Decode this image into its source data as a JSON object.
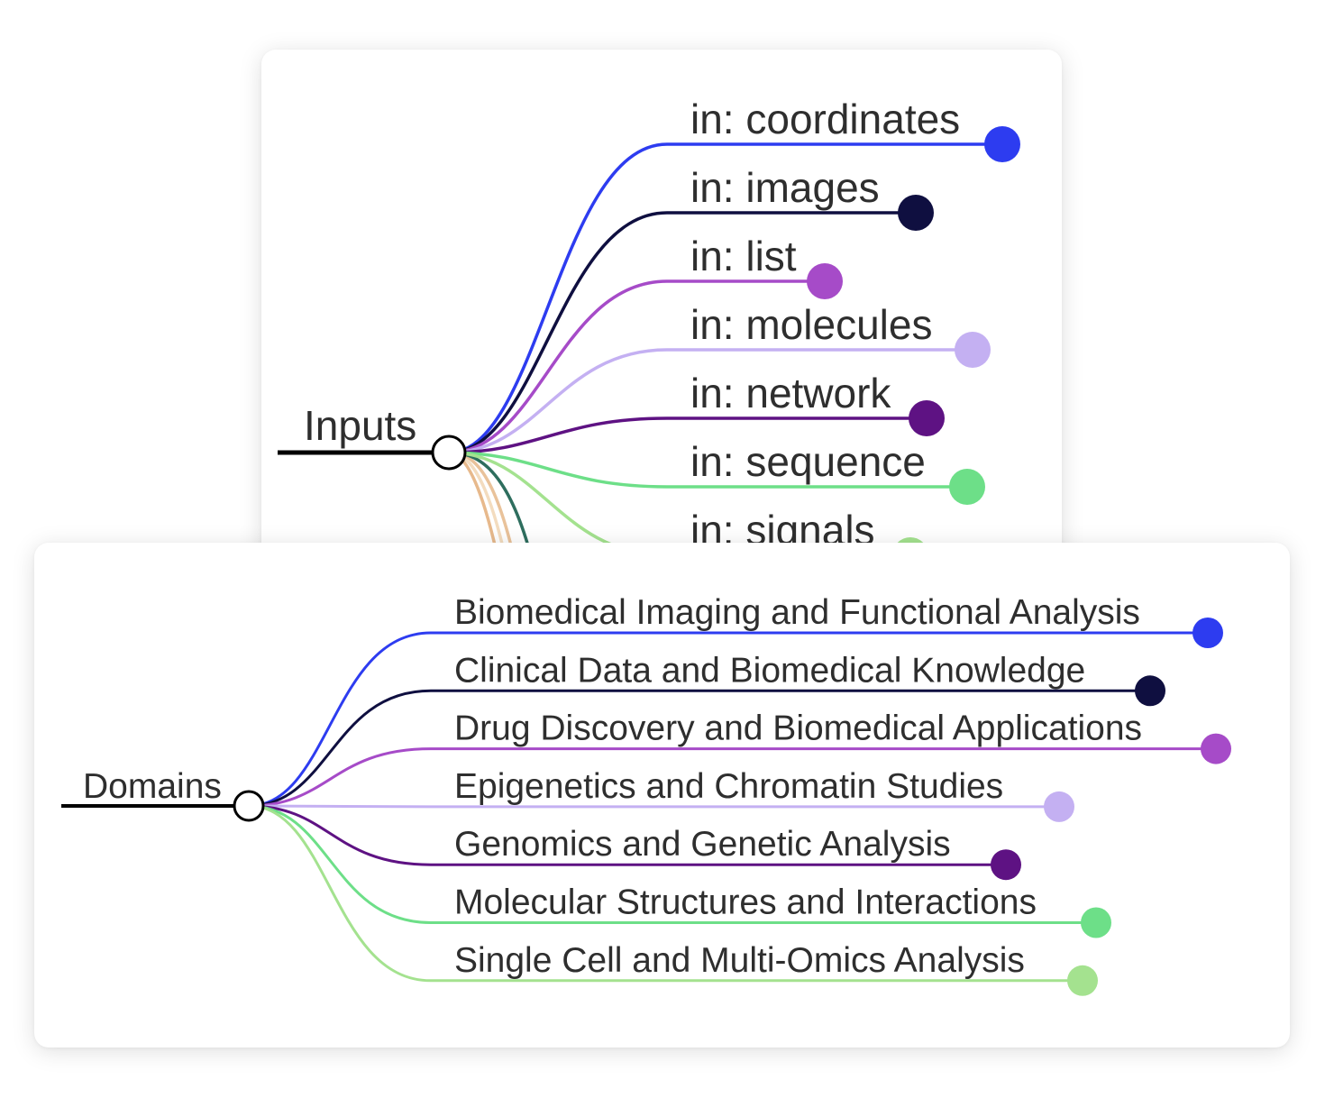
{
  "inputs_tree": {
    "root_label": "Inputs",
    "root_color": "#000000",
    "branches": [
      {
        "label": "in: coordinates",
        "color": "#2d3cf0"
      },
      {
        "label": "in: images",
        "color": "#0f0f40"
      },
      {
        "label": "in: list",
        "color": "#a64bc8"
      },
      {
        "label": "in: molecules",
        "color": "#c4b0f2"
      },
      {
        "label": "in: network",
        "color": "#5e1283"
      },
      {
        "label": "in: sequence",
        "color": "#6ddf88"
      },
      {
        "label": "in: signals",
        "color": "#a4e28f"
      }
    ],
    "hidden_branch_colors": [
      "#e9c29a",
      "#f3dcbf",
      "#2e6e5e",
      "#e7b98c"
    ]
  },
  "domains_tree": {
    "root_label": "Domains",
    "root_color": "#000000",
    "branches": [
      {
        "label": "Biomedical Imaging and Functional Analysis",
        "color": "#2d3cf0"
      },
      {
        "label": "Clinical Data and Biomedical Knowledge",
        "color": "#0f0f40"
      },
      {
        "label": "Drug Discovery and Biomedical Applications",
        "color": "#a64bc8"
      },
      {
        "label": "Epigenetics and Chromatin Studies",
        "color": "#c4b0f2"
      },
      {
        "label": "Genomics and Genetic Analysis",
        "color": "#5e1283"
      },
      {
        "label": "Molecular Structures and Interactions",
        "color": "#6ddf88"
      },
      {
        "label": "Single Cell and Multi-Omics Analysis",
        "color": "#a4e28f"
      }
    ]
  }
}
